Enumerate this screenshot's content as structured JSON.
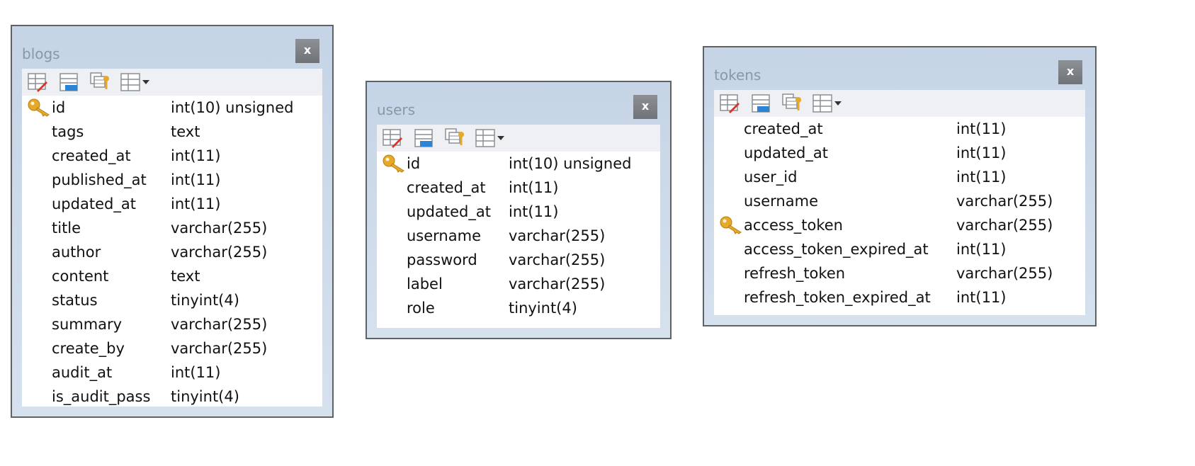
{
  "tables": [
    {
      "id": "blogs",
      "title": "blogs",
      "close_label": "x",
      "key_column": "id",
      "columns": [
        {
          "name": "id",
          "type": "int(10) unsigned"
        },
        {
          "name": "tags",
          "type": "text"
        },
        {
          "name": "created_at",
          "type": "int(11)"
        },
        {
          "name": "published_at",
          "type": "int(11)"
        },
        {
          "name": "updated_at",
          "type": "int(11)"
        },
        {
          "name": "title",
          "type": "varchar(255)"
        },
        {
          "name": "author",
          "type": "varchar(255)"
        },
        {
          "name": "content",
          "type": "text"
        },
        {
          "name": "status",
          "type": "tinyint(4)"
        },
        {
          "name": "summary",
          "type": "varchar(255)"
        },
        {
          "name": "create_by",
          "type": "varchar(255)"
        },
        {
          "name": "audit_at",
          "type": "int(11)"
        },
        {
          "name": "is_audit_pass",
          "type": "tinyint(4)"
        }
      ]
    },
    {
      "id": "users",
      "title": "users",
      "close_label": "x",
      "key_column": "id",
      "columns": [
        {
          "name": "id",
          "type": "int(10) unsigned"
        },
        {
          "name": "created_at",
          "type": "int(11)"
        },
        {
          "name": "updated_at",
          "type": "int(11)"
        },
        {
          "name": "username",
          "type": "varchar(255)"
        },
        {
          "name": "password",
          "type": "varchar(255)"
        },
        {
          "name": "label",
          "type": "varchar(255)"
        },
        {
          "name": "role",
          "type": "tinyint(4)"
        }
      ]
    },
    {
      "id": "tokens",
      "title": "tokens",
      "close_label": "x",
      "key_column": "access_token",
      "columns": [
        {
          "name": "created_at",
          "type": "int(11)"
        },
        {
          "name": "updated_at",
          "type": "int(11)"
        },
        {
          "name": "user_id",
          "type": "int(11)"
        },
        {
          "name": "username",
          "type": "varchar(255)"
        },
        {
          "name": "access_token",
          "type": "varchar(255)"
        },
        {
          "name": "access_token_expired_at",
          "type": "int(11)"
        },
        {
          "name": "refresh_token",
          "type": "varchar(255)"
        },
        {
          "name": "refresh_token_expired_at",
          "type": "int(11)"
        }
      ]
    }
  ],
  "toolbar_icons": [
    "edit-table-icon",
    "table-properties-icon",
    "copy-key-icon",
    "table-view-dropdown-icon"
  ],
  "colors": {
    "window_border": "#5f6265",
    "window_background": "#c8d7e8",
    "title_text": "#8b97a6",
    "close_button": "#7e8287",
    "toolbar_background": "#eef0f3",
    "key_gold": "#e6a92a",
    "icon_red": "#d8352a",
    "icon_blue": "#2c84d6"
  }
}
